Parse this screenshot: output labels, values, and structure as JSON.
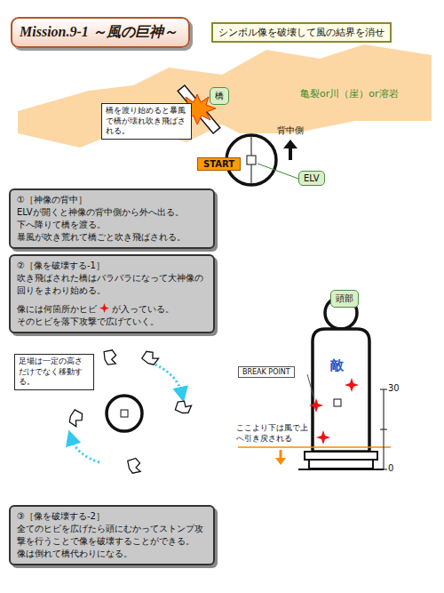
{
  "diagram": {
    "title": "Mission.9-1 ～風の巨神～",
    "nodes": [
      {
        "text": [
          "シンボル像を破壊して風の結界を消せ"
        ]
      },
      {
        "text": [
          "橋"
        ]
      },
      {
        "text": [
          "橋を渡り始めると暴風で橋が壊れ吹き飛ばされる。"
        ]
      },
      {
        "text": [
          "START"
        ]
      },
      {
        "text": [
          "ELV"
        ]
      },
      {
        "text": [
          "①［神像の背中］",
          "ELVが開くと神像の背中側から外へ出る。",
          "下へ降りて橋を渡る。",
          "暴風が吹き荒れて橋ごと吹き飛ばされる。"
        ]
      },
      {
        "text": [
          "②［像を破壊する-1］",
          "吹き飛ばされた橋はバラバラになって大神像の回りをまわり始める。",
          "像には何箇所かヒビ",
          "が入っている。",
          "そのヒビを落下攻撃で広げていく。"
        ]
      },
      {
        "text": [
          "頭部"
        ]
      },
      {
        "text": [
          "BREAK POINT"
        ]
      },
      {
        "text": [
          "足場は一定の高さだけでなく移動する。"
        ]
      },
      {
        "text": [
          "③［像を破壊する-2］",
          "全てのヒビを広げたら頭にむかってストンプ攻撃を行うことで像を破壊することができる。",
          "像は倒れて橋代わりになる。"
        ]
      }
    ],
    "labels": [
      "亀裂or川（崖）or溶岩",
      "背中側",
      "敵",
      "30",
      "0",
      "ここより下は風で上へ引き戻される"
    ]
  }
}
